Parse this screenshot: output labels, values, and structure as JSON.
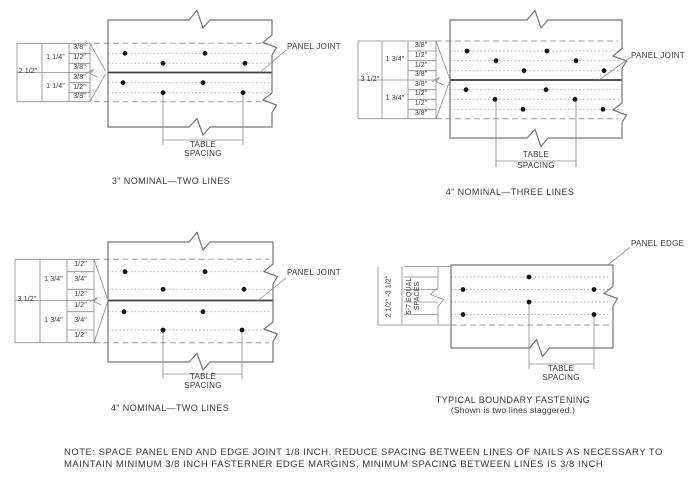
{
  "note": {
    "line1": "NOTE: SPACE PANEL END AND EDGE JOINT 1/8 INCH. REDUCE SPACING BETWEEN LINES OF NAILS AS NECESSARY TO",
    "line2": "MAINTAIN MINIMUM 3/8 INCH FASTERNER EDGE MARGINS, MINIMUM SPACING BETWEEN LINES IS 3/8 INCH"
  },
  "diagrams": [
    {
      "caption": "3\" NOMINAL—TWO LINES",
      "callout": "PANEL JOINT",
      "table_label": "TABLE",
      "spacing_label": "SPACING",
      "overall_dim": "2 1/2\"",
      "group_dims": [
        "1 1/4\"",
        "1 1/4\""
      ],
      "sub_dims": [
        "3/8\"",
        "1/2\"",
        "3/8\"",
        "3/8\"",
        "1/2\"",
        "3/8\""
      ]
    },
    {
      "caption": "4\" NOMINAL—THREE LINES",
      "callout": "PANEL JOINT",
      "table_label": "TABLE",
      "spacing_label": "SPACING",
      "overall_dim": "3 1/2\"",
      "group_dims": [
        "1 3/4\"",
        "1 3/4\""
      ],
      "sub_dims": [
        "3/8\"",
        "1/2\"",
        "1/2\"",
        "3/8\"",
        "3/8\"",
        "1/2\"",
        "1/2\"",
        "3/8\""
      ]
    },
    {
      "caption": "4\" NOMINAL—TWO LINES",
      "callout": "PANEL JOINT",
      "table_label": "TABLE",
      "spacing_label": "SPACING",
      "overall_dim": "3 1/2\"",
      "group_dims": [
        "1 3/4\"",
        "1 3/4\""
      ],
      "sub_dims": [
        "1/2\"",
        "3/4\"",
        "1/2\"",
        "1/2\"",
        "3/4\"",
        "1/2\""
      ]
    },
    {
      "caption": "TYPICAL BOUNDARY FASTENING",
      "subcaption": "(Shown is two lines staggered.)",
      "callout": "PANEL EDGE",
      "table_label": "TABLE",
      "spacing_label": "SPACING",
      "range_dim": "2 1/2\" -3 1/2\"",
      "equal_spaces_line1": "5-7 EQUAL",
      "equal_spaces_line2": "SPACES"
    }
  ]
}
